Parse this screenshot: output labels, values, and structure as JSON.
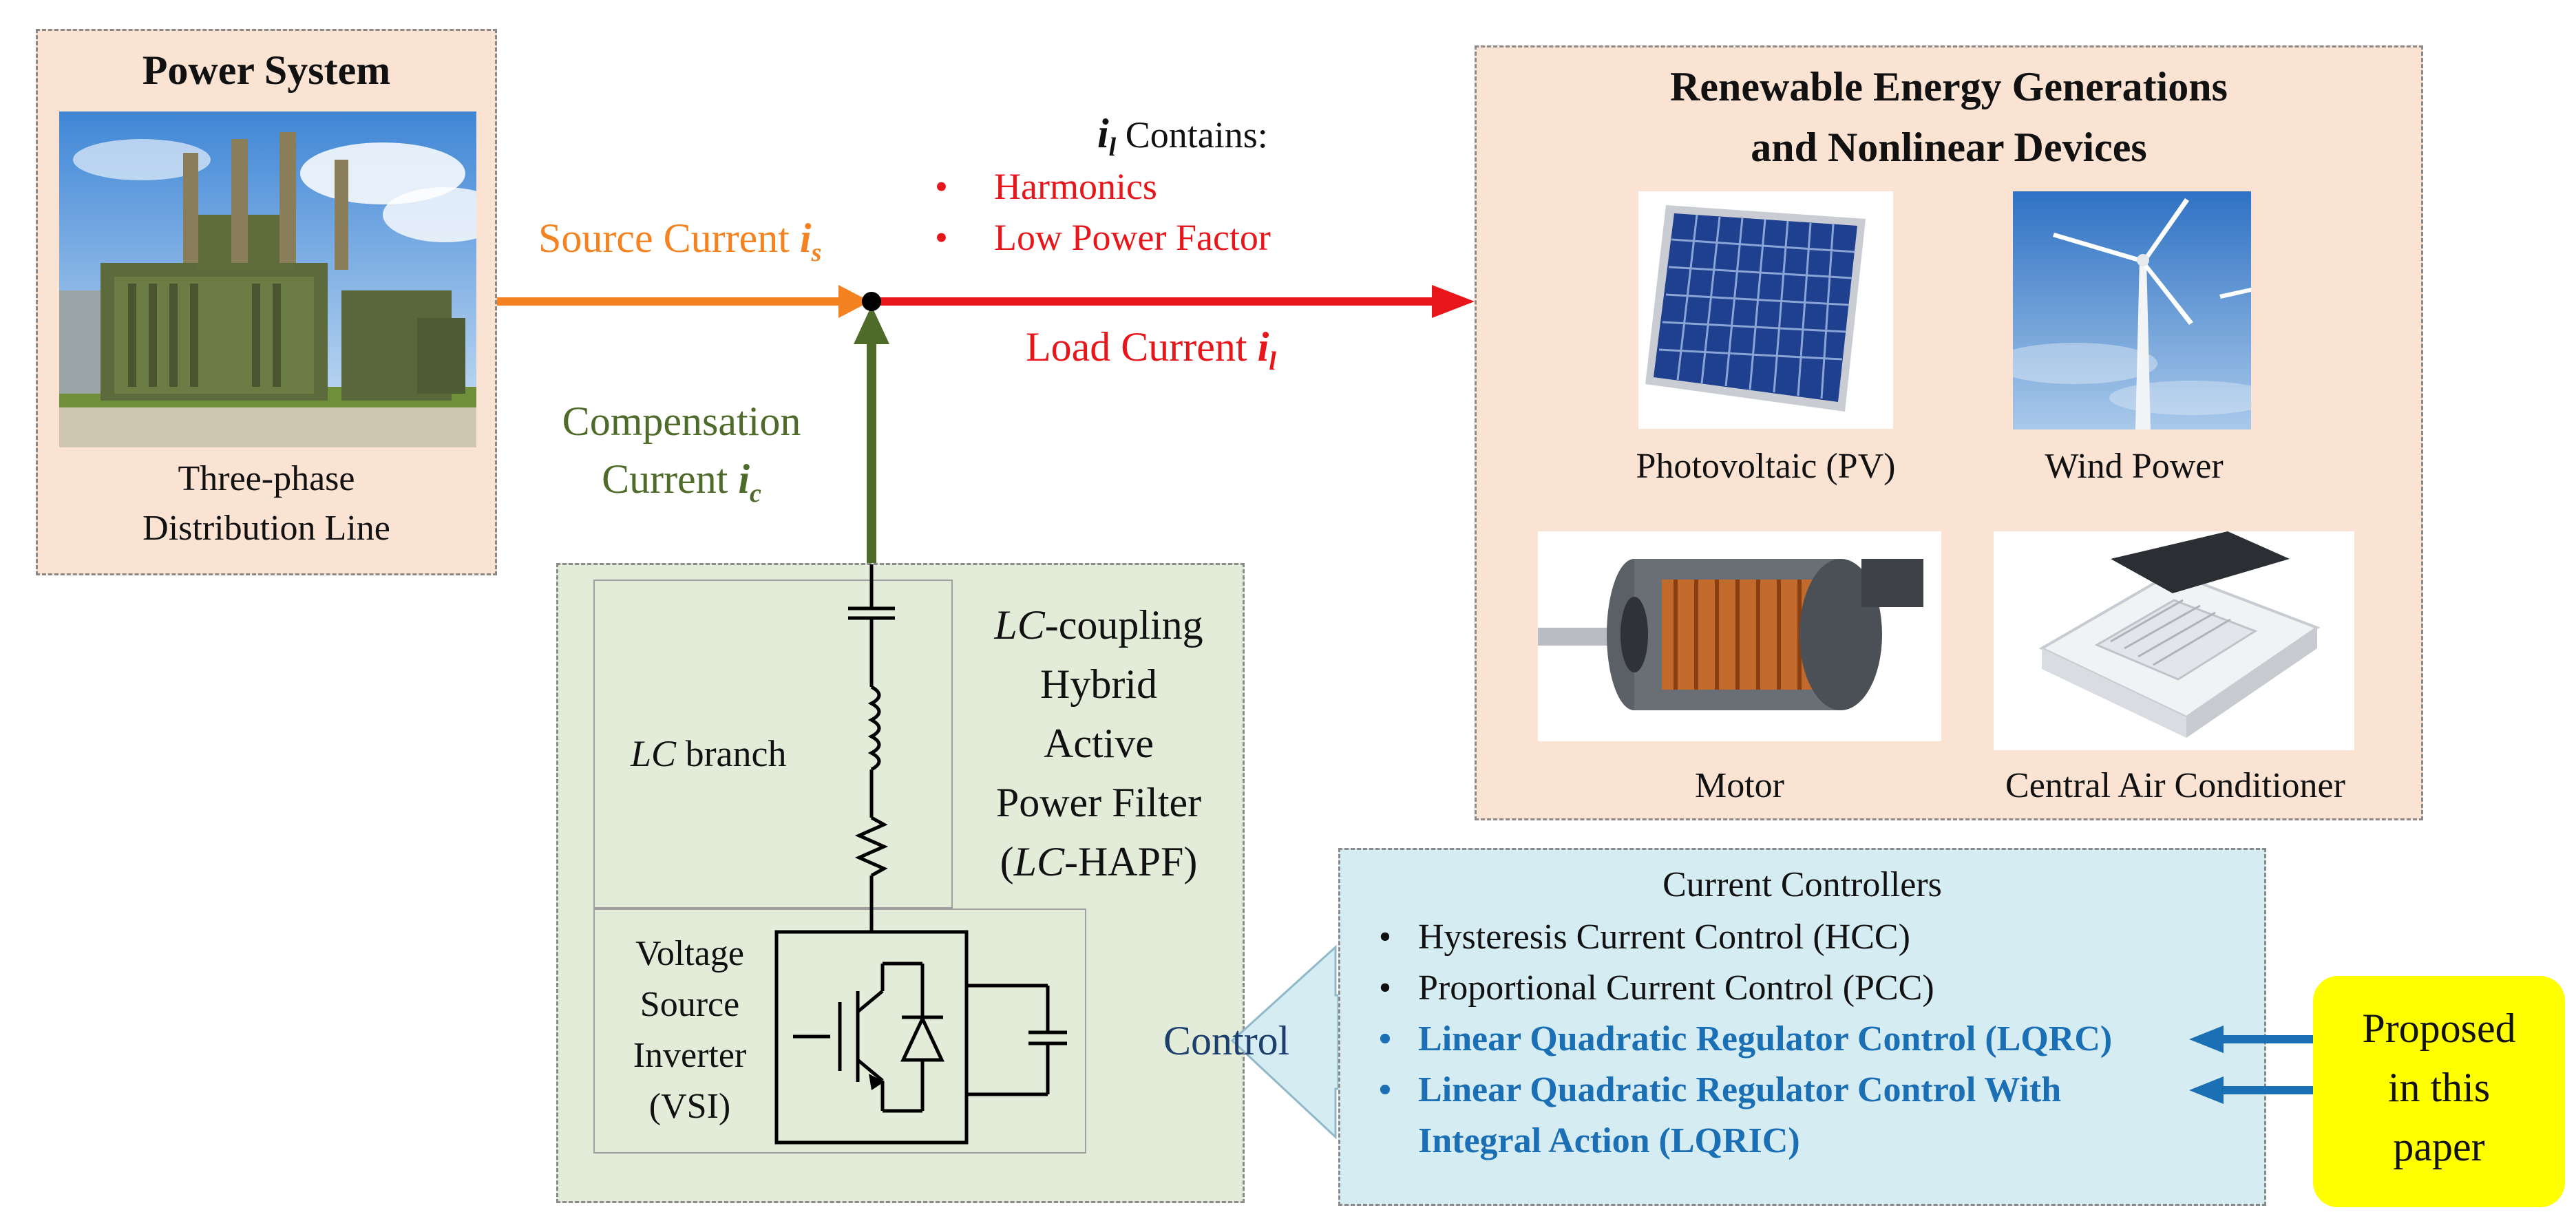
{
  "power_system": {
    "title": "Power System",
    "caption_line1": "Three-phase",
    "caption_line2": "Distribution Line"
  },
  "renewables": {
    "title_line1": "Renewable Energy Generations",
    "title_line2": "and Nonlinear Devices",
    "items": [
      {
        "label": "Photovoltaic (PV)",
        "icon": "solar-panel-icon"
      },
      {
        "label": "Wind Power",
        "icon": "wind-turbine-icon"
      },
      {
        "label": "Motor",
        "icon": "motor-icon"
      },
      {
        "label": "Central Air Conditioner",
        "icon": "air-conditioner-icon"
      }
    ]
  },
  "currents": {
    "source_label": "Source Current",
    "source_symbol": "i",
    "source_sub": "s",
    "load_label": "Load Current",
    "load_symbol": "i",
    "load_sub": "l",
    "comp_line1": "Compensation",
    "comp_line2": "Current",
    "comp_symbol": "i",
    "comp_sub": "c",
    "contains_symbol": "i",
    "contains_sub": "l",
    "contains_text": " Contains:",
    "contains_items": [
      "Harmonics",
      "Low Power Factor"
    ]
  },
  "hapf": {
    "lc_italic": "LC",
    "lc_branch": " branch",
    "coupling_italic": "LC",
    "coupling_rest": "-coupling",
    "line2": "Hybrid",
    "line3": "Active",
    "line4": "Power Filter",
    "line5_open": "(",
    "line5_italic": "LC",
    "line5_rest": "-HAPF)",
    "vsi_lines": [
      "Voltage",
      "Source",
      "Inverter",
      "(VSI)"
    ]
  },
  "control": {
    "label": "Control",
    "title": "Current Controllers",
    "items": [
      {
        "text": "Hysteresis Current Control (HCC)",
        "highlight": false
      },
      {
        "text": "Proportional Current Control (PCC)",
        "highlight": false
      },
      {
        "text": "Linear Quadratic Regulator Control (LQRC)",
        "highlight": true
      },
      {
        "text": "Linear Quadratic Regulator Control With",
        "highlight": true
      },
      {
        "text": "Integral Action (LQRIC)",
        "highlight": true
      }
    ]
  },
  "proposed": {
    "lines": [
      "Proposed",
      "in this",
      "paper"
    ]
  },
  "colors": {
    "source": "#f58220",
    "load": "#e8161b",
    "compensation": "#4e6b2a",
    "highlight": "#1a6fb5",
    "proposed_bg": "#ffff00",
    "peach": "#fbe3d4",
    "green": "#e3ecd9",
    "blue": "#d6ecf3"
  }
}
